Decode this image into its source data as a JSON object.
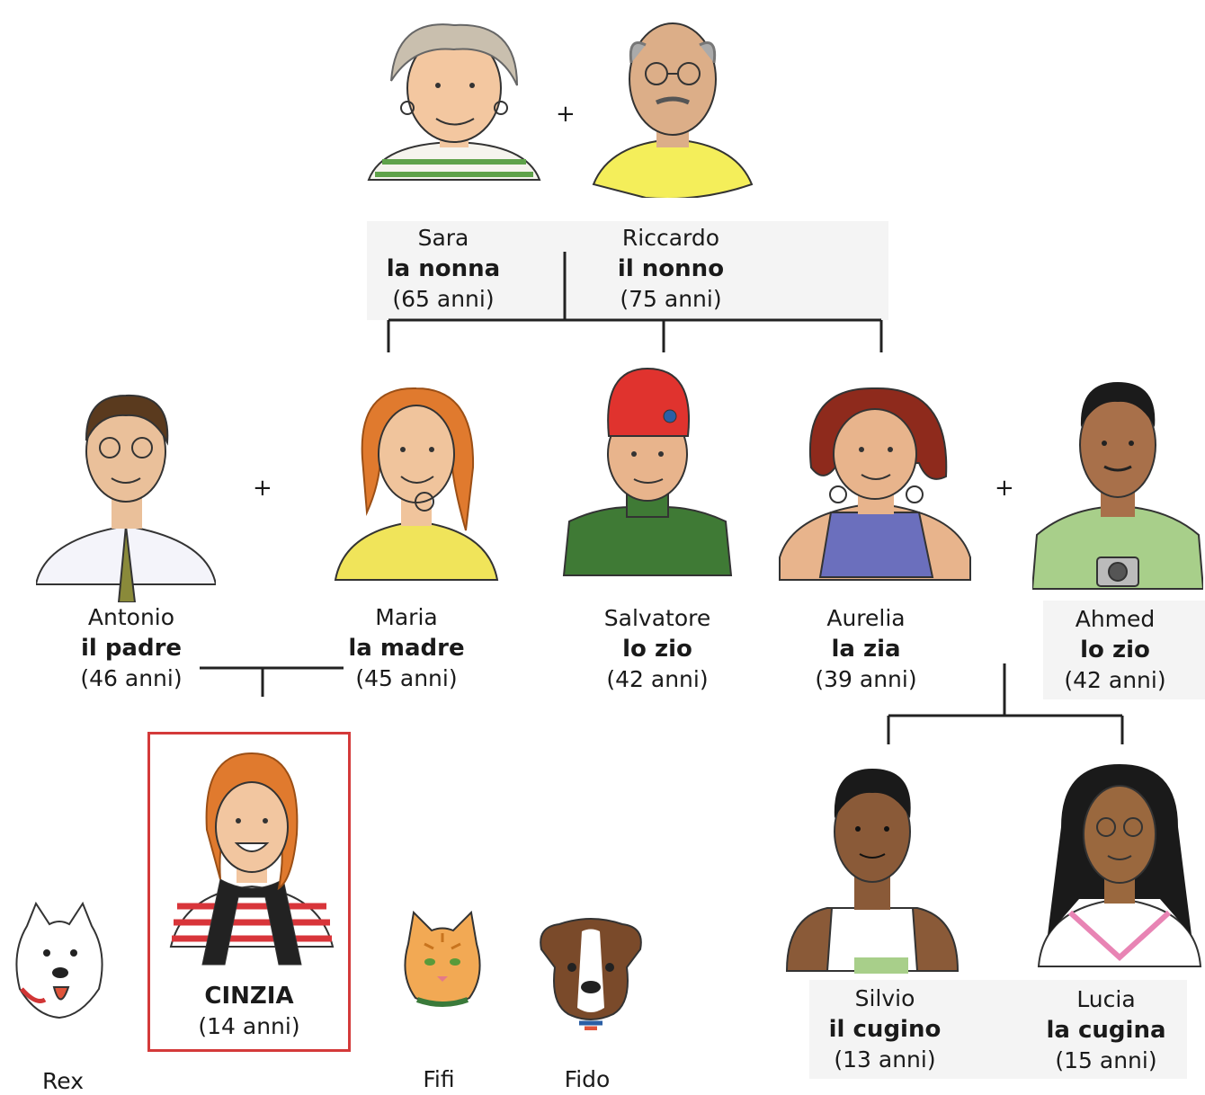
{
  "tree": {
    "grandparents": [
      {
        "name": "Sara",
        "role": "la nonna",
        "age": "(65 anni)"
      },
      {
        "name": "Riccardo",
        "role": "il nonno",
        "age": "(75  anni)"
      }
    ],
    "parents_gen": [
      {
        "name": "Antonio",
        "role": "il padre",
        "age": "(46 anni)"
      },
      {
        "name": "Maria",
        "role": "la madre",
        "age": "(45 anni)"
      },
      {
        "name": "Salvatore",
        "role": "lo zio",
        "age": "(42 anni)"
      },
      {
        "name": "Aurelia",
        "role": "la zia",
        "age": "(39 anni)"
      },
      {
        "name": "Ahmed",
        "role": "lo zio",
        "age": "(42 anni)"
      }
    ],
    "children": [
      {
        "name": "CINZIA",
        "age": "(14 anni)"
      },
      {
        "name": "Silvio",
        "role": "il cugino",
        "age": "(13 anni)"
      },
      {
        "name": "Lucia",
        "role": "la cugina",
        "age": "(15 anni)"
      }
    ],
    "pets": [
      "Rex",
      "Fifi",
      "Fido"
    ],
    "plus_sign": "+"
  },
  "colors": {
    "highlight_border": "#d43a3a",
    "line": "#222222"
  }
}
